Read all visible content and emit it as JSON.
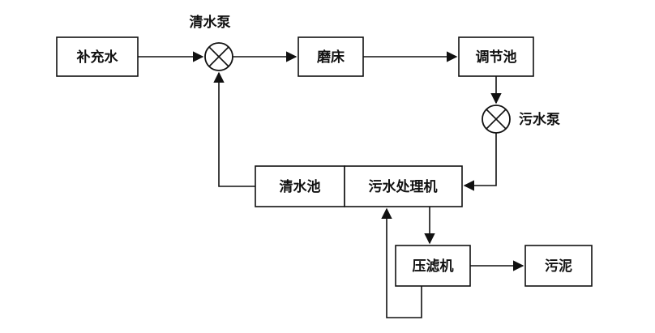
{
  "diagram": {
    "title": "water-treatment-process-flow",
    "colors": {
      "stroke": "#111111",
      "background": "#ffffff"
    },
    "nodes": {
      "makeup_water": "补充水",
      "clean_water_pump": "清水泵",
      "grinder": "磨床",
      "regulating_tank": "调节池",
      "sewage_pump": "污水泵",
      "clean_water_tank": "清水池",
      "sewage_treatment_machine": "污水处理机",
      "filter_press": "压滤机",
      "sludge": "污泥"
    }
  }
}
